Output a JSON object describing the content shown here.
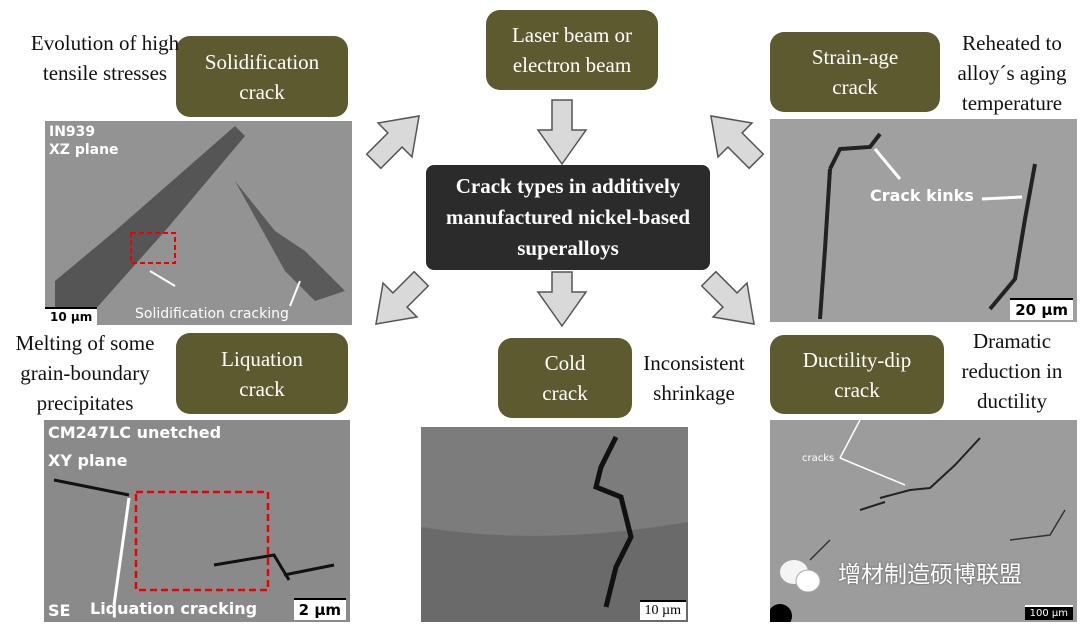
{
  "center": {
    "title": "Crack types in additively manufactured nickel-based superalloys"
  },
  "source": {
    "label": "Laser beam or electron beam"
  },
  "cracks": [
    {
      "name": "Solidification crack",
      "note": "Evolution of high tensile stresses",
      "image_labels": [
        "IN939",
        "XZ plane"
      ],
      "annotation": "Solidification cracking",
      "scale": "10 µm"
    },
    {
      "name": "Strain-age crack",
      "note": "Reheated to alloy´s aging temperature",
      "annotation": "Crack kinks",
      "scale": "20 µm"
    },
    {
      "name": "Liquation crack",
      "note": "Melting of some grain-boundary precipitates",
      "image_labels": [
        "CM247LC unetched",
        "XY plane",
        "SE"
      ],
      "annotation": "Liquation cracking",
      "scale": "2 µm"
    },
    {
      "name": "Cold crack",
      "note": "Inconsistent shrinkage",
      "scale": "10 µm"
    },
    {
      "name": "Ductility-dip crack",
      "note": "Dramatic reduction in ductility",
      "annotation": "cracks",
      "scale": "100 µm"
    }
  ],
  "watermark": "增材制造硕博联盟",
  "colors": {
    "box": "#5d5a2f",
    "center": "#2b2b2b",
    "arrow": "#d9d9d9"
  }
}
